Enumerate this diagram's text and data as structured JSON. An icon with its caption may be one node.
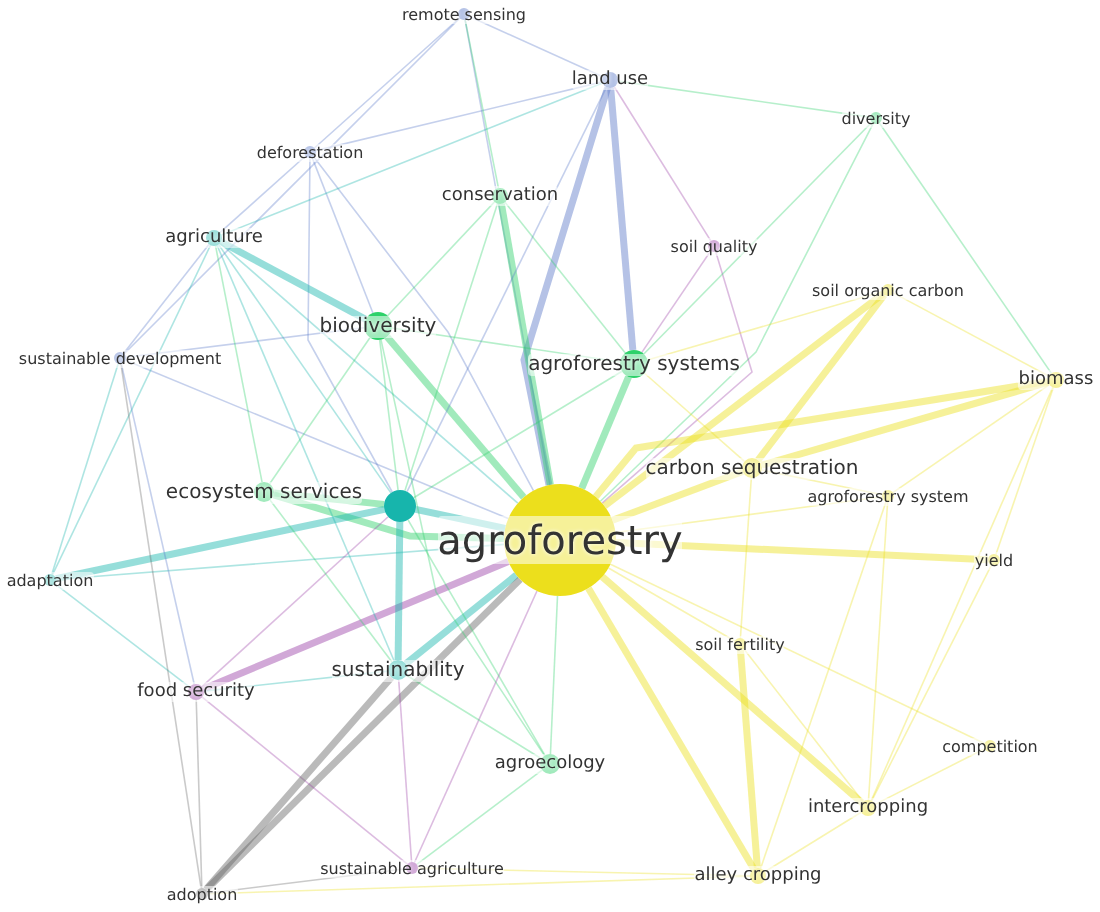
{
  "diagram": {
    "nodes": [
      {
        "text": [
          "agroforestry"
        ]
      },
      {
        "text": [
          "remote sensing"
        ]
      },
      {
        "text": [
          "land use"
        ]
      },
      {
        "text": [
          "diversity"
        ]
      },
      {
        "text": [
          "deforestation"
        ]
      },
      {
        "text": [
          "conservation"
        ]
      },
      {
        "text": [
          "soil quality"
        ]
      },
      {
        "text": [
          "agriculture"
        ]
      },
      {
        "text": [
          "soil organic carbon"
        ]
      },
      {
        "text": [
          "biodiversity"
        ]
      },
      {
        "text": [
          "agroforestry systems"
        ]
      },
      {
        "text": [
          "sustainable development"
        ]
      },
      {
        "text": [
          "biomass"
        ]
      },
      {
        "text": [
          "ecosystem services"
        ]
      },
      {
        "text": [],
        "shape": "circle"
      },
      {
        "text": [
          "carbon sequestration"
        ]
      },
      {
        "text": [
          "agroforestry system"
        ]
      },
      {
        "text": [
          "adaptation"
        ]
      },
      {
        "text": [
          "yield"
        ]
      },
      {
        "text": [
          "sustainability"
        ]
      },
      {
        "text": [
          "food security"
        ]
      },
      {
        "text": [
          "soil fertility"
        ]
      },
      {
        "text": [
          "agroecology"
        ]
      },
      {
        "text": [
          "competition"
        ]
      },
      {
        "text": [
          "intercropping"
        ]
      },
      {
        "text": [
          "adoption"
        ]
      },
      {
        "text": [
          "sustainable agriculture"
        ]
      },
      {
        "text": [
          "alley cropping"
        ]
      }
    ],
    "edges": [
      {
        "from": 0,
        "to": 1,
        "arrow": "none",
        "color": "#5a78c8"
      },
      {
        "from": 0,
        "to": 2,
        "arrow": "none",
        "style": "thick",
        "color": "#5a78c8"
      },
      {
        "from": 0,
        "to": 3,
        "arrow": "none",
        "color": "#2ed16a"
      },
      {
        "from": 0,
        "to": 4,
        "arrow": "none",
        "color": "#5a78c8"
      },
      {
        "from": 0,
        "to": 5,
        "arrow": "none",
        "style": "thick",
        "color": "#2ed16a"
      },
      {
        "from": 0,
        "to": 6,
        "arrow": "none",
        "color": "#9a3ea6"
      },
      {
        "from": 0,
        "to": 7,
        "arrow": "none",
        "color": "#17b5ac"
      },
      {
        "from": 0,
        "to": 8,
        "arrow": "none",
        "style": "thick"
      },
      {
        "from": 0,
        "to": 9,
        "arrow": "none",
        "style": "thick",
        "color": "#2ed16a"
      },
      {
        "from": 0,
        "to": 10,
        "arrow": "none",
        "style": "thick",
        "color": "#2ed16a"
      },
      {
        "from": 0,
        "to": 11,
        "arrow": "none",
        "color": "#5a78c8"
      },
      {
        "from": 0,
        "to": 12,
        "arrow": "none",
        "style": "thick"
      },
      {
        "from": 0,
        "to": 13,
        "arrow": "none",
        "style": "thick",
        "color": "#2ed16a"
      },
      {
        "from": 0,
        "to": 14,
        "arrow": "none",
        "style": "thick",
        "color": "#17b5ac"
      },
      {
        "from": 0,
        "to": 15,
        "arrow": "none",
        "style": "thick"
      },
      {
        "from": 0,
        "to": 16,
        "arrow": "none"
      },
      {
        "from": 0,
        "to": 17,
        "arrow": "none",
        "color": "#17b5ac"
      },
      {
        "from": 0,
        "to": 18,
        "arrow": "none",
        "style": "thick"
      },
      {
        "from": 0,
        "to": 19,
        "arrow": "none",
        "style": "thick",
        "color": "#17b5ac"
      },
      {
        "from": 0,
        "to": 20,
        "arrow": "none",
        "style": "thick",
        "color": "#9a3ea6"
      },
      {
        "from": 0,
        "to": 21,
        "arrow": "none"
      },
      {
        "from": 0,
        "to": 22,
        "arrow": "none",
        "color": "#2ed16a"
      },
      {
        "from": 0,
        "to": 23,
        "arrow": "none"
      },
      {
        "from": 0,
        "to": 24,
        "arrow": "none",
        "style": "thick"
      },
      {
        "from": 0,
        "to": 25,
        "arrow": "none",
        "style": "thick",
        "color": "#666666"
      },
      {
        "from": 0,
        "to": 26,
        "arrow": "none",
        "color": "#9a3ea6"
      },
      {
        "from": 0,
        "to": 27,
        "arrow": "none",
        "style": "thick"
      },
      {
        "from": 14,
        "to": 7,
        "arrow": "none",
        "color": "#17b5ac"
      },
      {
        "from": 14,
        "to": 9,
        "arrow": "none",
        "color": "#2ed16a"
      },
      {
        "from": 14,
        "to": 13,
        "arrow": "none",
        "style": "thick",
        "color": "#2ed16a"
      },
      {
        "from": 14,
        "to": 17,
        "arrow": "none",
        "style": "thick",
        "color": "#17b5ac"
      },
      {
        "from": 14,
        "to": 19,
        "arrow": "none",
        "style": "thick",
        "color": "#17b5ac"
      },
      {
        "from": 14,
        "to": 5,
        "arrow": "none",
        "color": "#2ed16a"
      },
      {
        "from": 14,
        "to": 10,
        "arrow": "none",
        "color": "#2ed16a"
      },
      {
        "from": 14,
        "to": 2,
        "arrow": "none",
        "color": "#5a78c8"
      },
      {
        "from": 14,
        "to": 4,
        "arrow": "none",
        "color": "#5a78c8"
      },
      {
        "from": 14,
        "to": 20,
        "arrow": "none",
        "color": "#9a3ea6"
      },
      {
        "from": 14,
        "to": 22,
        "arrow": "none",
        "color": "#2ed16a"
      },
      {
        "from": 9,
        "to": 7,
        "arrow": "none",
        "style": "thick",
        "color": "#17b5ac"
      },
      {
        "from": 9,
        "to": 5,
        "arrow": "none",
        "color": "#2ed16a"
      },
      {
        "from": 9,
        "to": 13,
        "arrow": "none",
        "color": "#2ed16a"
      },
      {
        "from": 9,
        "to": 4,
        "arrow": "none",
        "color": "#5a78c8"
      },
      {
        "from": 9,
        "to": 10,
        "arrow": "none",
        "color": "#2ed16a"
      },
      {
        "from": 9,
        "to": 11,
        "arrow": "none",
        "color": "#5a78c8"
      },
      {
        "from": 9,
        "to": 22,
        "arrow": "none",
        "color": "#2ed16a"
      },
      {
        "from": 10,
        "to": 2,
        "arrow": "none",
        "style": "thick",
        "color": "#5a78c8"
      },
      {
        "from": 10,
        "to": 5,
        "arrow": "none",
        "color": "#2ed16a"
      },
      {
        "from": 10,
        "to": 15,
        "arrow": "none"
      },
      {
        "from": 10,
        "to": 3,
        "arrow": "none",
        "color": "#2ed16a"
      },
      {
        "from": 10,
        "to": 8,
        "arrow": "none"
      },
      {
        "from": 10,
        "to": 6,
        "arrow": "none",
        "color": "#9a3ea6"
      },
      {
        "from": 15,
        "to": 8,
        "arrow": "none",
        "style": "thick"
      },
      {
        "from": 15,
        "to": 12,
        "arrow": "none",
        "style": "thick"
      },
      {
        "from": 15,
        "to": 16,
        "arrow": "none"
      },
      {
        "from": 15,
        "to": 21,
        "arrow": "none"
      },
      {
        "from": 12,
        "to": 8,
        "arrow": "none"
      },
      {
        "from": 12,
        "to": 16,
        "arrow": "none"
      },
      {
        "from": 12,
        "to": 18,
        "arrow": "none"
      },
      {
        "from": 12,
        "to": 3,
        "arrow": "none",
        "color": "#2ed16a"
      },
      {
        "from": 12,
        "to": 24,
        "arrow": "none"
      },
      {
        "from": 24,
        "to": 27,
        "arrow": "none"
      },
      {
        "from": 24,
        "to": 21,
        "arrow": "none"
      },
      {
        "from": 24,
        "to": 23,
        "arrow": "none"
      },
      {
        "from": 24,
        "to": 16,
        "arrow": "none"
      },
      {
        "from": 24,
        "to": 18,
        "arrow": "none"
      },
      {
        "from": 27,
        "to": 21,
        "arrow": "none",
        "style": "thick"
      },
      {
        "from": 27,
        "to": 16,
        "arrow": "none"
      },
      {
        "from": 26,
        "to": 27,
        "arrow": "none"
      },
      {
        "from": 25,
        "to": 27,
        "arrow": "none"
      },
      {
        "from": 20,
        "to": 19,
        "arrow": "none",
        "color": "#17b5ac"
      },
      {
        "from": 20,
        "to": 17,
        "arrow": "none",
        "color": "#17b5ac"
      },
      {
        "from": 20,
        "to": 26,
        "arrow": "none",
        "color": "#9a3ea6"
      },
      {
        "from": 20,
        "to": 25,
        "arrow": "none",
        "color": "#666666"
      },
      {
        "from": 20,
        "to": 11,
        "arrow": "none",
        "color": "#5a78c8"
      },
      {
        "from": 2,
        "to": 1,
        "arrow": "none",
        "color": "#5a78c8"
      },
      {
        "from": 2,
        "to": 4,
        "arrow": "none",
        "color": "#5a78c8"
      },
      {
        "from": 2,
        "to": 7,
        "arrow": "none",
        "color": "#17b5ac"
      },
      {
        "from": 2,
        "to": 6,
        "arrow": "none",
        "color": "#9a3ea6"
      },
      {
        "from": 2,
        "to": 3,
        "arrow": "none",
        "color": "#2ed16a"
      },
      {
        "from": 1,
        "to": 4,
        "arrow": "none",
        "color": "#5a78c8"
      },
      {
        "from": 1,
        "to": 5,
        "arrow": "none",
        "color": "#2ed16a"
      },
      {
        "from": 1,
        "to": 11,
        "arrow": "none",
        "color": "#5a78c8"
      },
      {
        "from": 19,
        "to": 13,
        "arrow": "none",
        "color": "#2ed16a"
      },
      {
        "from": 19,
        "to": 22,
        "arrow": "none",
        "color": "#2ed16a"
      },
      {
        "from": 19,
        "to": 26,
        "arrow": "none",
        "color": "#9a3ea6"
      },
      {
        "from": 19,
        "to": 25,
        "arrow": "none",
        "style": "thick",
        "color": "#666666"
      },
      {
        "from": 19,
        "to": 7,
        "arrow": "none",
        "color": "#17b5ac"
      },
      {
        "from": 7,
        "to": 4,
        "arrow": "none",
        "color": "#5a78c8"
      },
      {
        "from": 7,
        "to": 11,
        "arrow": "none",
        "color": "#5a78c8"
      },
      {
        "from": 7,
        "to": 17,
        "arrow": "none",
        "color": "#17b5ac"
      },
      {
        "from": 7,
        "to": 13,
        "arrow": "none",
        "color": "#2ed16a"
      },
      {
        "from": 11,
        "to": 17,
        "arrow": "none",
        "color": "#17b5ac"
      },
      {
        "from": 11,
        "to": 25,
        "arrow": "none",
        "color": "#666666"
      },
      {
        "from": 26,
        "to": 22,
        "arrow": "none",
        "color": "#2ed16a"
      },
      {
        "from": 26,
        "to": 25,
        "arrow": "none",
        "color": "#666666"
      }
    ]
  }
}
